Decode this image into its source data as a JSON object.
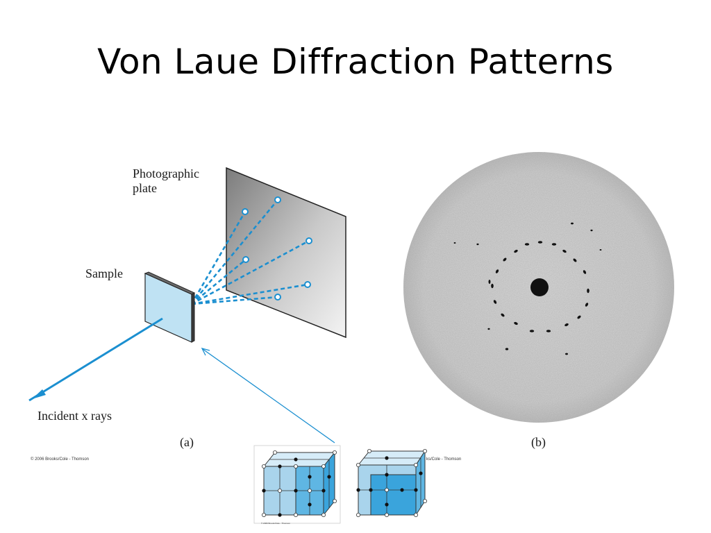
{
  "slide": {
    "title": "Von Laue Diffraction Patterns"
  },
  "figure_a": {
    "plate_label_line1": "Photographic",
    "plate_label_line2": "plate",
    "sample_label": "Sample",
    "incident_label": "Incident x rays",
    "caption": "(a)",
    "credit": "© 2006 Brooks/Cole - Thomson",
    "colors": {
      "beam": "#1b8fd0",
      "sample_face": "#bfe2f3",
      "plate_dark": "#8a8a8a",
      "plate_light": "#f2f2f2"
    }
  },
  "figure_b": {
    "caption": "(b)",
    "credit": "ks/Cole - Thomson"
  },
  "crystal_figures": {
    "credit": "© 2006 Brooks/Cole - Thomson",
    "colors": {
      "light_blue": "#a9d4ec",
      "mid_blue": "#5fb6e3",
      "dark_blue": "#3aa4dc",
      "edge": "#333333"
    }
  }
}
